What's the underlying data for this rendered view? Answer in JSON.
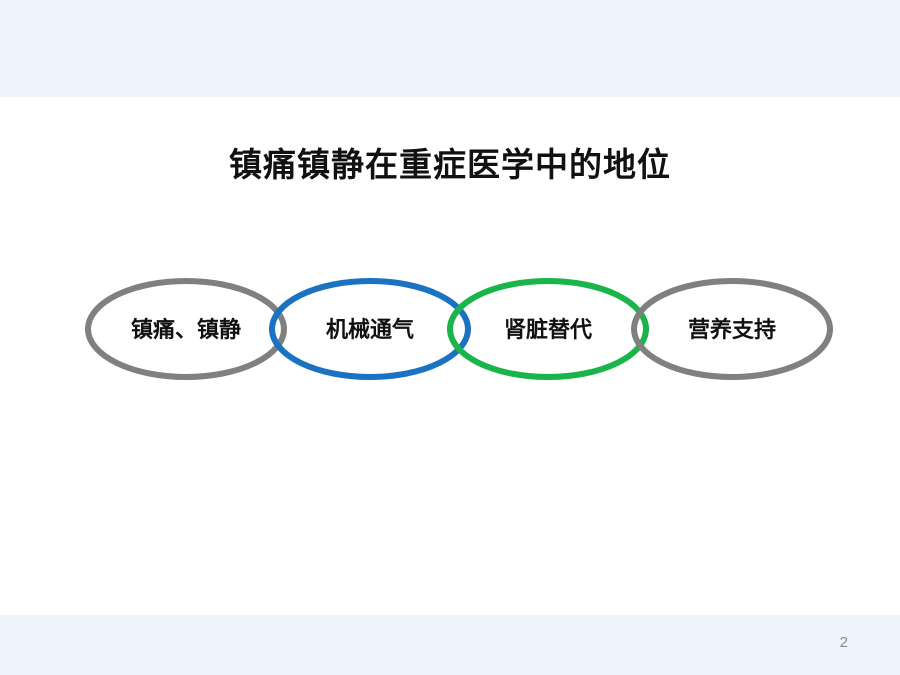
{
  "slide": {
    "title": "镇痛镇静在重症医学中的地位",
    "page_number": "2"
  },
  "rings": [
    {
      "label": "镇痛、镇静",
      "color": "#808080"
    },
    {
      "label": "机械通气",
      "color": "#1a72c0"
    },
    {
      "label": "肾脏替代",
      "color": "#1ab54a"
    },
    {
      "label": "营养支持",
      "color": "#808080"
    }
  ]
}
